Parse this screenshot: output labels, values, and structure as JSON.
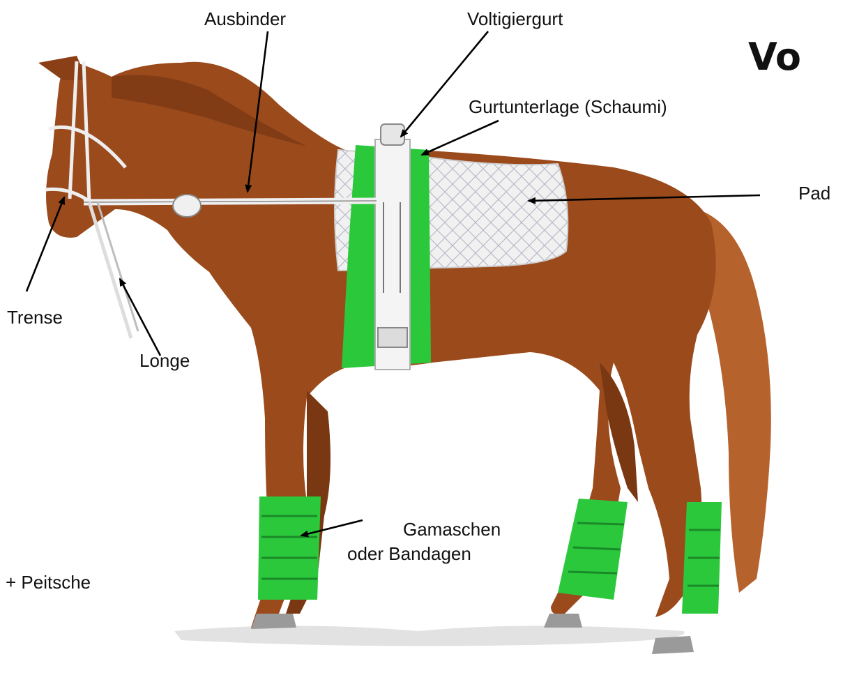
{
  "title_fragment": "Vo",
  "colors": {
    "coat": "#9b4a1c",
    "coat_dark": "#6e3210",
    "tack_green": "#2cc83c",
    "tack_white": "#f0f0f0",
    "pad": "#eeeeee",
    "hoof": "#9a9a9a",
    "arrow": "#000000"
  },
  "labels": {
    "ausbinder": "Ausbinder",
    "voltigiergurt": "Voltigiergurt",
    "gurtunterlage": "Gurtunterlage (Schaumi)",
    "pad": "Pad",
    "trense": "Trense",
    "longe": "Longe",
    "gamaschen_line1": "Gamaschen",
    "gamaschen_line2": "oder Bandagen",
    "peitsche": "+ Peitsche"
  },
  "icons": [
    "horse-illustration",
    "arrow"
  ]
}
